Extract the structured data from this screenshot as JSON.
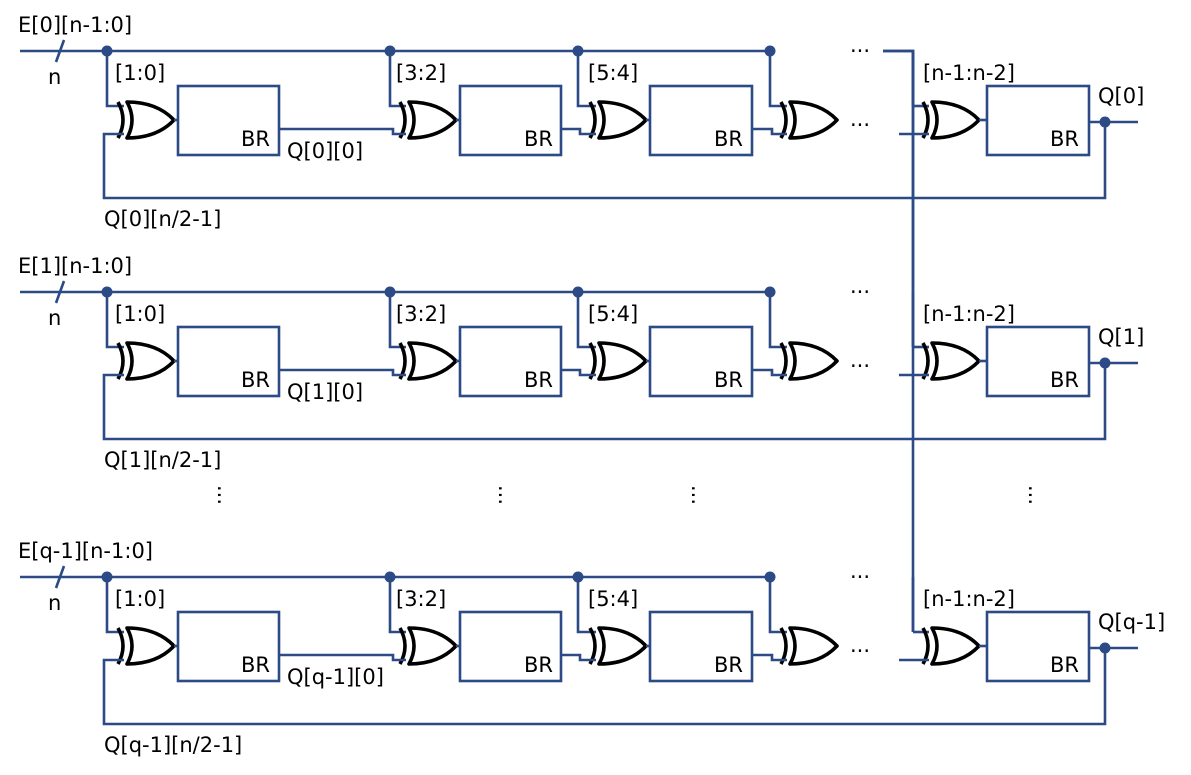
{
  "rows": [
    {
      "input_label": "E[0][n-1:0]",
      "bus_width": "n",
      "slices": [
        "[1:0]",
        "[3:2]",
        "[5:4]",
        "[n-1:n-2]"
      ],
      "block_label": "BR",
      "first_output": "Q[0][0]",
      "output": "Q[0]",
      "feedback": "Q[0][n/2-1]"
    },
    {
      "input_label": "E[1][n-1:0]",
      "bus_width": "n",
      "slices": [
        "[1:0]",
        "[3:2]",
        "[5:4]",
        "[n-1:n-2]"
      ],
      "block_label": "BR",
      "first_output": "Q[1][0]",
      "output": "Q[1]",
      "feedback": "Q[1][n/2-1]"
    },
    {
      "input_label": "E[q-1][n-1:0]",
      "bus_width": "n",
      "slices": [
        "[1:0]",
        "[3:2]",
        "[5:4]",
        "[n-1:n-2]"
      ],
      "block_label": "BR",
      "first_output": "Q[q-1][0]",
      "output": "Q[q-1]",
      "feedback": "Q[q-1][n/2-1]"
    }
  ],
  "ellipsis": "...",
  "colors": {
    "wire": "#2b4a86",
    "gate": "#000000"
  }
}
